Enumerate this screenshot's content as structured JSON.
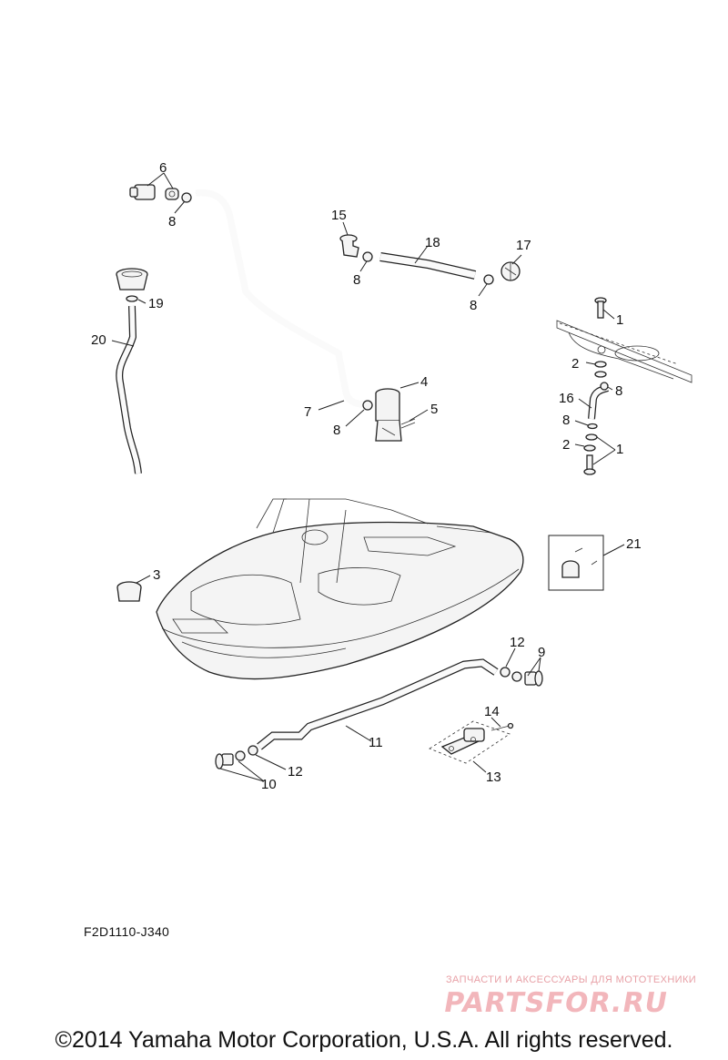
{
  "diagram": {
    "part_code": "F2D1110-J340",
    "copyright": "©2014 Yamaha Motor Corporation, U.S.A. All rights reserved.",
    "watermark": {
      "tagline": "ЗАПЧАСТИ И АКСЕССУАРЫ ДЛЯ МОТОТЕХНИКИ",
      "logo": "PARTSFOR.RU"
    },
    "callouts": {
      "c1a": "1",
      "c1b": "1",
      "c2a": "2",
      "c2b": "2",
      "c3": "3",
      "c4": "4",
      "c5": "5",
      "c6": "6",
      "c7": "7",
      "c8a": "8",
      "c8b": "8",
      "c8c": "8",
      "c8d": "8",
      "c8e": "8",
      "c8f": "8",
      "c9": "9",
      "c10": "10",
      "c11": "11",
      "c12a": "12",
      "c12b": "12",
      "c13": "13",
      "c14": "14",
      "c15": "15",
      "c16": "16",
      "c17": "17",
      "c18": "18",
      "c19": "19",
      "c20": "20",
      "c21": "21"
    }
  }
}
